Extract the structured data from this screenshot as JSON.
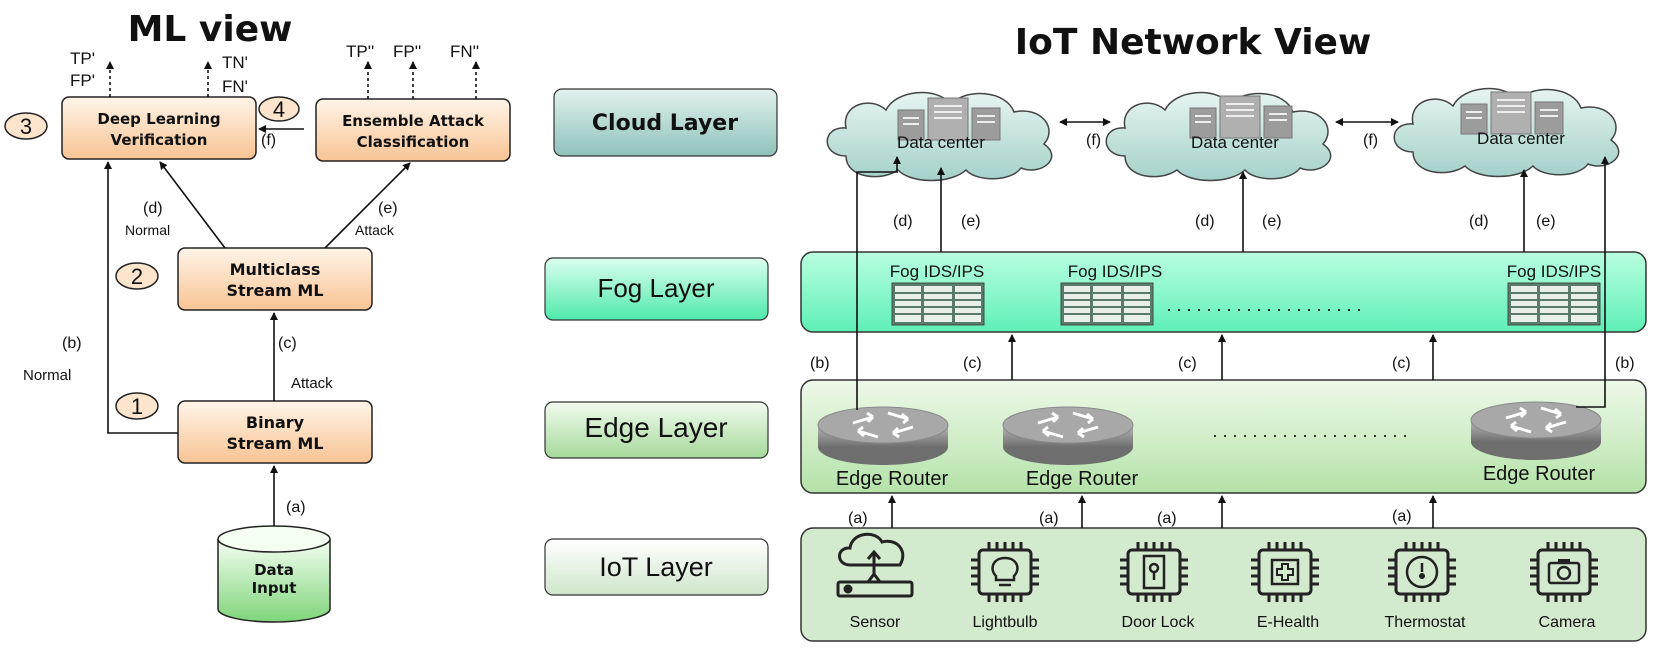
{
  "colors": {
    "ml_box_top": "#fff3e6",
    "ml_box_bottom": "#f8c79b",
    "cloud_layer": "#a9cfc9",
    "fog_layer": "#5ef0b4",
    "edge_layer": "#b9e3b0",
    "iot_layer": "#d3eacf",
    "data_input": "#8fd98a",
    "cloud_fill": "#b8dcd6",
    "router_fill": "#9a9a9a"
  },
  "ml_view": {
    "title": "ML view",
    "steps": [
      "1",
      "2",
      "3",
      "4"
    ],
    "boxes": {
      "deep_learning": [
        "Deep Learning",
        "Verification"
      ],
      "ensemble": [
        "Ensemble Attack",
        "Classification"
      ],
      "multiclass": [
        "Multiclass",
        "Stream ML"
      ],
      "binary": [
        "Binary",
        "Stream ML"
      ],
      "data_input": [
        "Data",
        "Input"
      ]
    },
    "outputs": {
      "dl_left": [
        "TP'",
        "FP'"
      ],
      "dl_right": [
        "TN'",
        "FN'"
      ],
      "ens": [
        "TP''",
        "FP''",
        "FN''"
      ]
    },
    "edges": {
      "a": "(a)",
      "b": "(b)",
      "b_note": "Normal",
      "c": "(c)",
      "c_note": "Attack",
      "d": "(d)",
      "d_note": "Normal",
      "e": "(e)",
      "e_note": "Attack",
      "f": "(f)"
    }
  },
  "iot_view": {
    "title": "IoT Network View",
    "layers": [
      "Cloud Layer",
      "Fog Layer",
      "Edge Layer",
      "IoT Layer"
    ],
    "data_center": "Data center",
    "fog_node": "Fog IDS/IPS",
    "edge_router": "Edge Router",
    "ellipsis": ". . . . . . . . . . . . . . . . . . . .",
    "devices": [
      "Sensor",
      "Lightbulb",
      "Door Lock",
      "E-Health",
      "Thermostat",
      "Camera"
    ],
    "edge_labels": {
      "a": "(a)",
      "b": "(b)",
      "c": "(c)",
      "d": "(d)",
      "e": "(e)",
      "f": "(f)"
    }
  }
}
